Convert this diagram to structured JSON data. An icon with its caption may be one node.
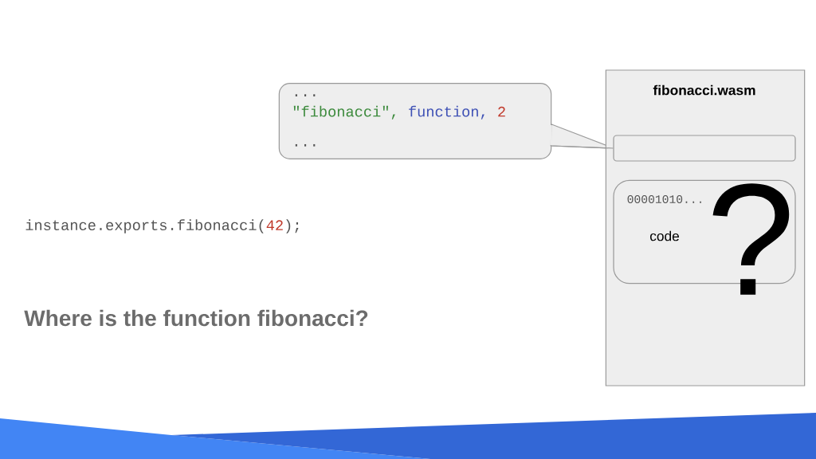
{
  "diagram": {
    "nodes": [
      {
        "text": [
          "...",
          "\"fibonacci\",",
          "function,",
          "2",
          "..."
        ]
      },
      {
        "text": [
          "fibonacci.wasm"
        ]
      },
      {
        "text": [],
        "shape": "box",
        "in": 1
      },
      {
        "text": [
          "00001010...",
          "code"
        ],
        "in": 1
      }
    ],
    "edges": [
      {
        "from": 0,
        "to": 2,
        "arrow": "none"
      }
    ],
    "labels": [
      "instance.exports.fibonacci(",
      "42",
      ");",
      "Where is the function fibonacci?",
      "?"
    ]
  }
}
